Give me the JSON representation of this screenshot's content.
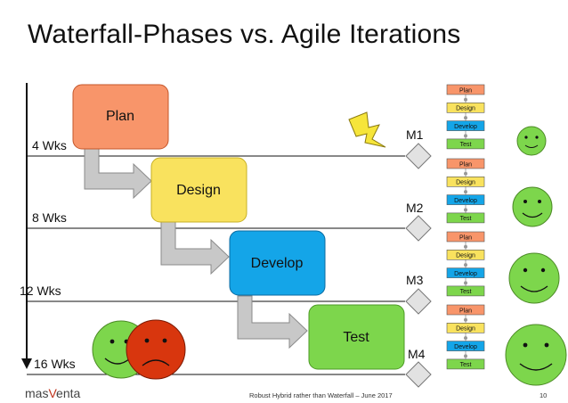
{
  "title": "Waterfall-Phases vs. Agile Iterations",
  "phases": [
    {
      "label": "Plan",
      "color": "#f8956a"
    },
    {
      "label": "Design",
      "color": "#f9e25e"
    },
    {
      "label": "Develop",
      "color": "#14a5e8"
    },
    {
      "label": "Test",
      "color": "#7dd64c"
    }
  ],
  "weeks": [
    "4 Wks",
    "8 Wks",
    "12 Wks",
    "16 Wks"
  ],
  "milestones": [
    "M1",
    "M2",
    "M3",
    "M4"
  ],
  "iteration_steps": [
    {
      "label": "Plan",
      "color": "#f8956a"
    },
    {
      "label": "Design",
      "color": "#f9e25e"
    },
    {
      "label": "Develop",
      "color": "#14a5e8"
    },
    {
      "label": "Test",
      "color": "#7dd64c"
    }
  ],
  "footer": {
    "logo": "masVenta",
    "text": "Robust Hybrid rather than Waterfall – June 2017",
    "page": "10"
  },
  "icons": [
    "lightning-icon",
    "smiley-face-icon",
    "sad-face-icon",
    "milestone-diamond-icon"
  ]
}
